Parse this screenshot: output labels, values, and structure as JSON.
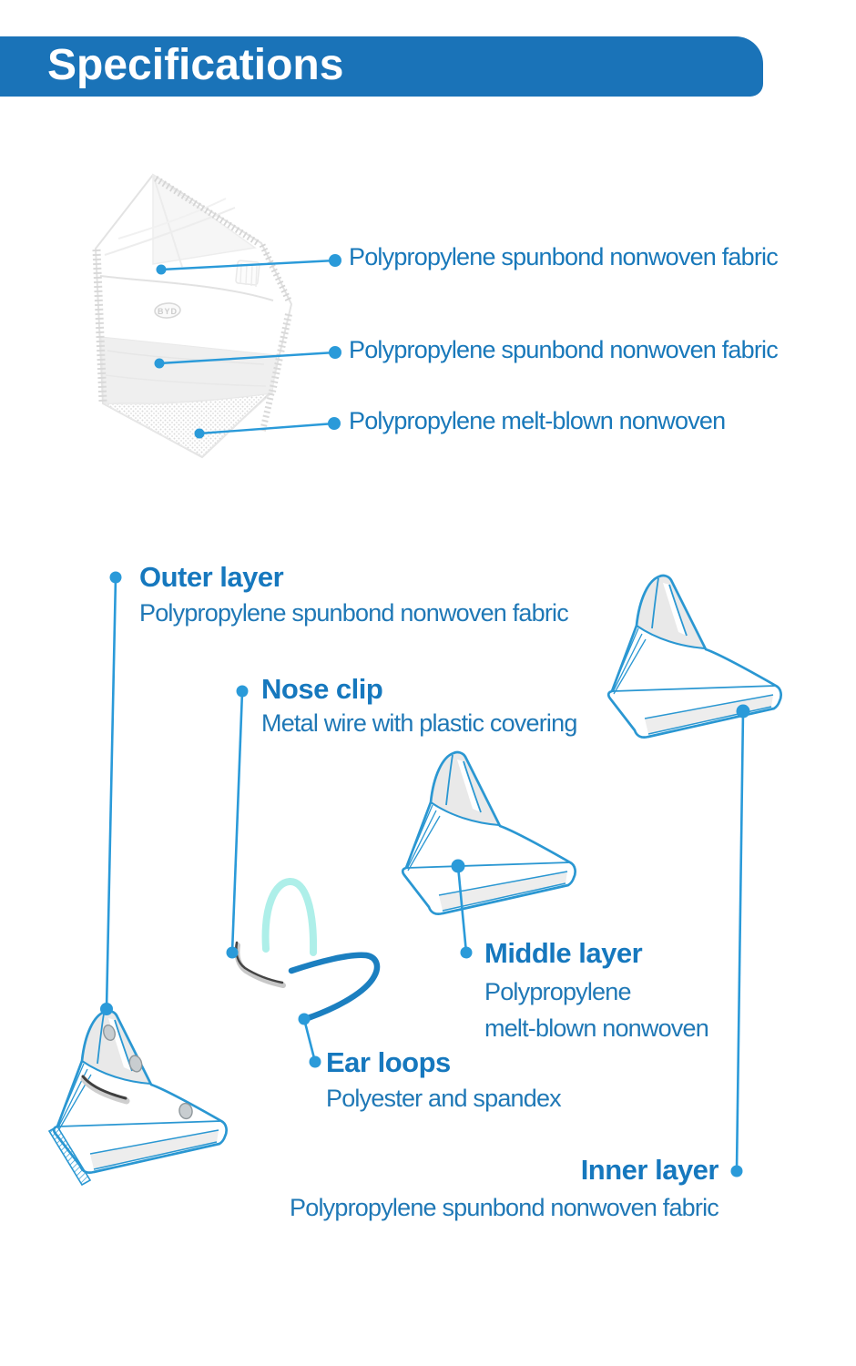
{
  "header": {
    "title": "Specifications",
    "bg_color": "#1a73b8",
    "text_color": "#ffffff"
  },
  "photo": {
    "logo": "BYD"
  },
  "photo_callouts": [
    {
      "label": "Polypropylene spunbond nonwoven fabric"
    },
    {
      "label": "Polypropylene spunbond nonwoven fabric"
    },
    {
      "label": "Polypropylene melt-blown nonwoven"
    }
  ],
  "parts": [
    {
      "title": "Outer layer",
      "desc": "Polypropylene spunbond nonwoven fabric"
    },
    {
      "title": "Nose clip",
      "desc": "Metal wire with plastic covering"
    },
    {
      "title": "Middle layer",
      "desc_line1": "Polypropylene",
      "desc_line2": "melt-blown nonwoven"
    },
    {
      "title": "Ear loops",
      "desc": "Polyester and spandex"
    },
    {
      "title": "Inner layer",
      "desc": "Polypropylene spunbond nonwoven fabric"
    }
  ],
  "colors": {
    "accent_blue": "#1678be",
    "body_blue": "#1f78b6",
    "line_blue": "#2a9ad9",
    "pale_loop": "#b5f0ec"
  }
}
